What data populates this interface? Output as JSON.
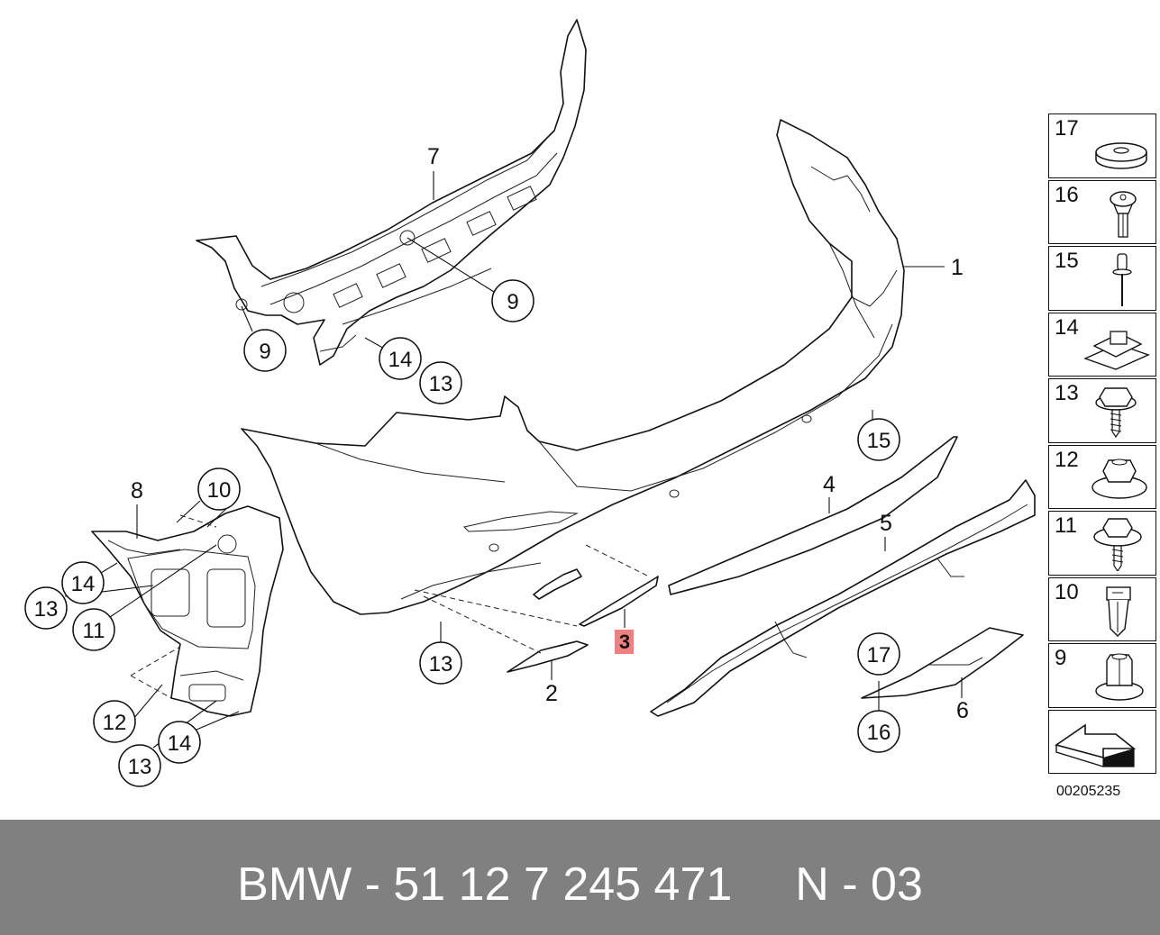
{
  "diagram": {
    "callouts": {
      "c9a": "9",
      "c9b": "9",
      "c14a": "14",
      "c13a": "13",
      "c10": "10",
      "c14b": "14",
      "c13b": "13",
      "c11": "11",
      "c13c": "13",
      "c15": "15",
      "c12": "12",
      "c14c": "14",
      "c13d": "13",
      "c17": "17",
      "c16": "16"
    },
    "labels": {
      "l7": "7",
      "l1": "1",
      "l8": "8",
      "l4": "4",
      "l5": "5",
      "l2": "2",
      "l6": "6"
    },
    "highlighted": {
      "label": "3",
      "color": "#f08080"
    },
    "diagram_id": "00205235"
  },
  "legend": {
    "items": [
      {
        "num": "17",
        "icon": "washer-icon"
      },
      {
        "num": "16",
        "icon": "expanding-rivet-icon"
      },
      {
        "num": "15",
        "icon": "blind-rivet-icon"
      },
      {
        "num": "14",
        "icon": "clip-nut-icon"
      },
      {
        "num": "13",
        "icon": "hex-screw-icon"
      },
      {
        "num": "12",
        "icon": "collar-nut-icon"
      },
      {
        "num": "11",
        "icon": "flange-screw-icon"
      },
      {
        "num": "10",
        "icon": "expanding-nut-icon"
      },
      {
        "num": "9",
        "icon": "hex-nut-icon"
      },
      {
        "num": "",
        "icon": "direction-arrow-icon"
      }
    ]
  },
  "footer": {
    "part_number": "BMW - 51 12 7 245 471",
    "page": "N - 03",
    "background": "#808080"
  }
}
